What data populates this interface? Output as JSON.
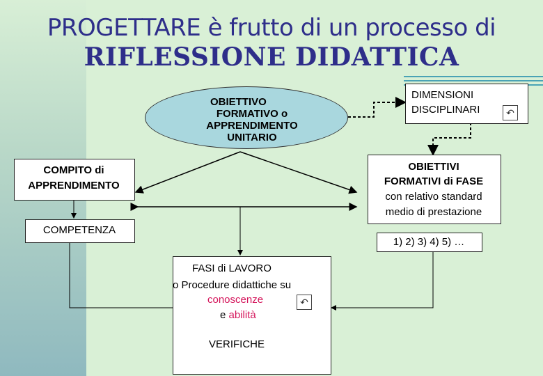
{
  "title": {
    "line1": "PROGETTARE è frutto di un processo di",
    "line2": "RIFLESSIONE DIDATTICA"
  },
  "nodes": {
    "obiettivo": [
      "OBIETTIVO",
      "FORMATIVO o",
      "APPRENDIMENTO",
      "UNITARIO"
    ],
    "dimensioni": [
      "DIMENSIONI",
      "DISCIPLINARI"
    ],
    "compito": [
      "COMPITO di",
      "APPRENDIMENTO"
    ],
    "competenza": "COMPETENZA",
    "obiettivi_fase": [
      "OBIETTIVI",
      "FORMATIVI di FASE",
      "con relativo standard",
      "medio di prestazione"
    ],
    "numeri": "1) 2) 3) 4) 5) …",
    "fasi": {
      "title": "FASI di LAVORO",
      "line2": "o Procedure didattiche su",
      "conoscenze": "conoscenze",
      "e": "e",
      "abilita": "abilità",
      "verifiche": "VERIFICHE"
    }
  },
  "icons": {
    "dimensioni_icon": "undo-arrow-icon",
    "fasi_icon": "undo-arrow-icon"
  },
  "colors": {
    "title": "#2e2e8a",
    "ellipse": "#a9d7de",
    "highlight": "#d4145a",
    "background": "#d9f0d6"
  }
}
